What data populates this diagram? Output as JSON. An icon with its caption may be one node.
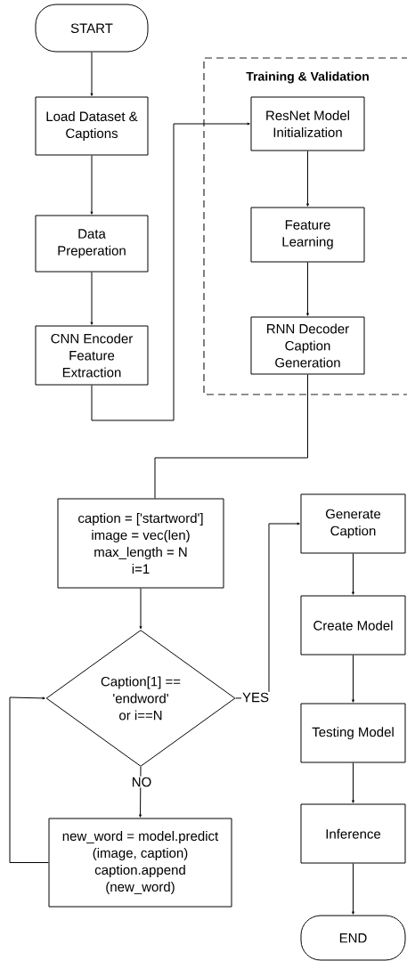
{
  "diagram": {
    "nodes": [
      {
        "text": [
          "START"
        ]
      },
      {
        "text": [
          "Load Dataset & Captions"
        ]
      },
      {
        "text": [
          "Data Preperation"
        ]
      },
      {
        "text": [
          "CNN Encoder Feature Extraction"
        ]
      },
      {
        "text": [
          "Training & Validation"
        ]
      },
      {
        "text": [
          "ResNet Model Initialization"
        ],
        "in": 4
      },
      {
        "text": [
          "Feature Learning"
        ],
        "in": 4
      },
      {
        "text": [
          "RNN Decoder Caption Generation"
        ],
        "in": 4
      },
      {
        "text": [
          "caption = ['startword']",
          "image = vec(len)",
          "max_length = N",
          "i=1"
        ]
      },
      {
        "text": [
          "Caption[1] == 'endword'",
          "or i==N"
        ]
      },
      {
        "text": [
          "new_word = model.predict (image, caption) caption.append (new_word)"
        ]
      },
      {
        "text": [
          "Generate Caption"
        ]
      },
      {
        "text": [
          "Create Model"
        ]
      },
      {
        "text": [
          "Testing Model"
        ]
      },
      {
        "text": [
          "Inference"
        ]
      },
      {
        "text": [
          "END"
        ]
      }
    ],
    "edges": [
      {
        "from": 0,
        "to": 1,
        "arrow": "to"
      },
      {
        "from": 1,
        "to": 2,
        "arrow": "to"
      },
      {
        "from": 2,
        "to": 3,
        "arrow": "to"
      },
      {
        "from": 3,
        "to": 5,
        "arrow": "to"
      },
      {
        "from": 5,
        "to": 6,
        "arrow": "to"
      },
      {
        "from": 6,
        "to": 7,
        "arrow": "to"
      },
      {
        "from": 7,
        "to": 8,
        "arrow": "none"
      },
      {
        "from": 8,
        "to": 9,
        "arrow": "to"
      },
      {
        "from": 9,
        "to": 11,
        "arrow": "to",
        "label": "YES"
      },
      {
        "from": 9,
        "to": 10,
        "arrow": "to",
        "label": "NO"
      },
      {
        "from": 10,
        "to": 9,
        "arrow": "to"
      },
      {
        "from": 11,
        "to": 12,
        "arrow": "to"
      },
      {
        "from": 12,
        "to": 13,
        "arrow": "to"
      },
      {
        "from": 13,
        "to": 14,
        "arrow": "to"
      },
      {
        "from": 14,
        "to": 15,
        "arrow": "to"
      }
    ]
  }
}
